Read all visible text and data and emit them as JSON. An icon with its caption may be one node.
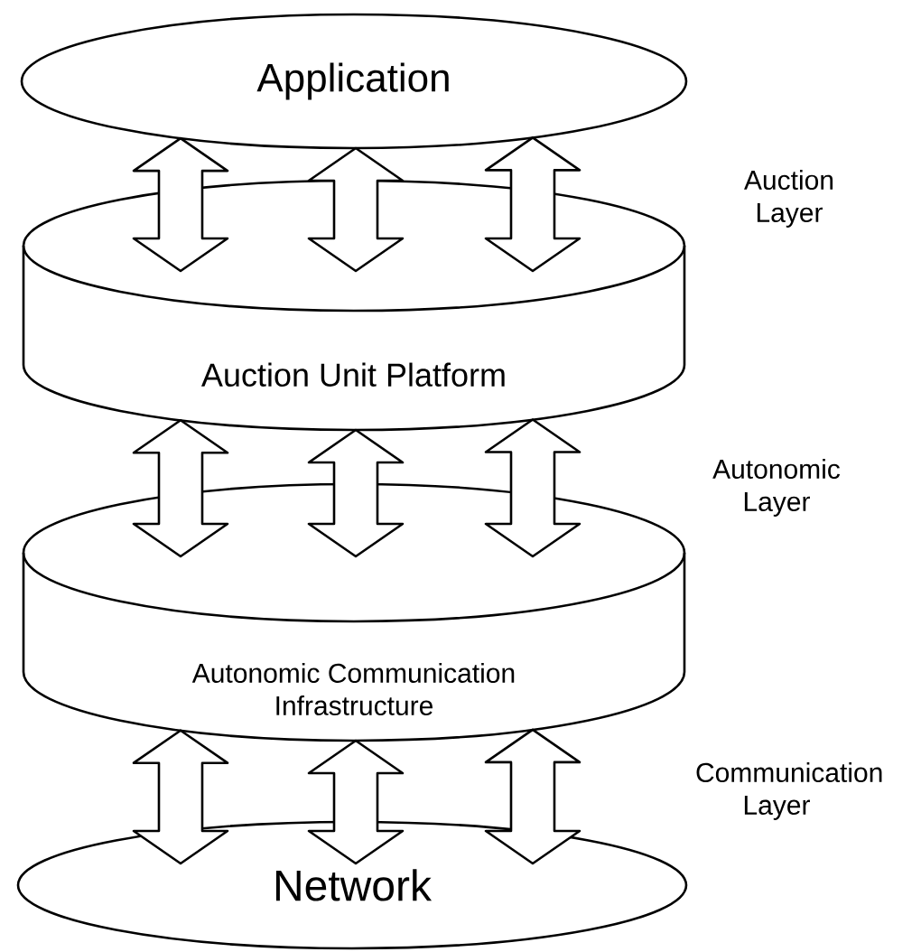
{
  "diagram": {
    "nodes": [
      {
        "text": [
          "Application"
        ]
      },
      {
        "text": [
          "Auction Unit Platform"
        ]
      },
      {
        "text": [
          "Autonomic Communication Infrastructure"
        ]
      },
      {
        "text": [
          "Network"
        ]
      }
    ],
    "edges": [
      {
        "from": 0,
        "to": 1,
        "arrow": "both"
      },
      {
        "from": 0,
        "to": 1,
        "arrow": "both"
      },
      {
        "from": 0,
        "to": 1,
        "arrow": "both"
      },
      {
        "from": 1,
        "to": 2,
        "arrow": "both"
      },
      {
        "from": 1,
        "to": 2,
        "arrow": "both"
      },
      {
        "from": 1,
        "to": 2,
        "arrow": "both"
      },
      {
        "from": 2,
        "to": 3,
        "arrow": "both"
      },
      {
        "from": 2,
        "to": 3,
        "arrow": "both"
      },
      {
        "from": 2,
        "to": 3,
        "arrow": "both"
      }
    ],
    "labels": [
      "Auction Layer",
      "Autonomic Layer",
      "Communication Layer"
    ]
  }
}
